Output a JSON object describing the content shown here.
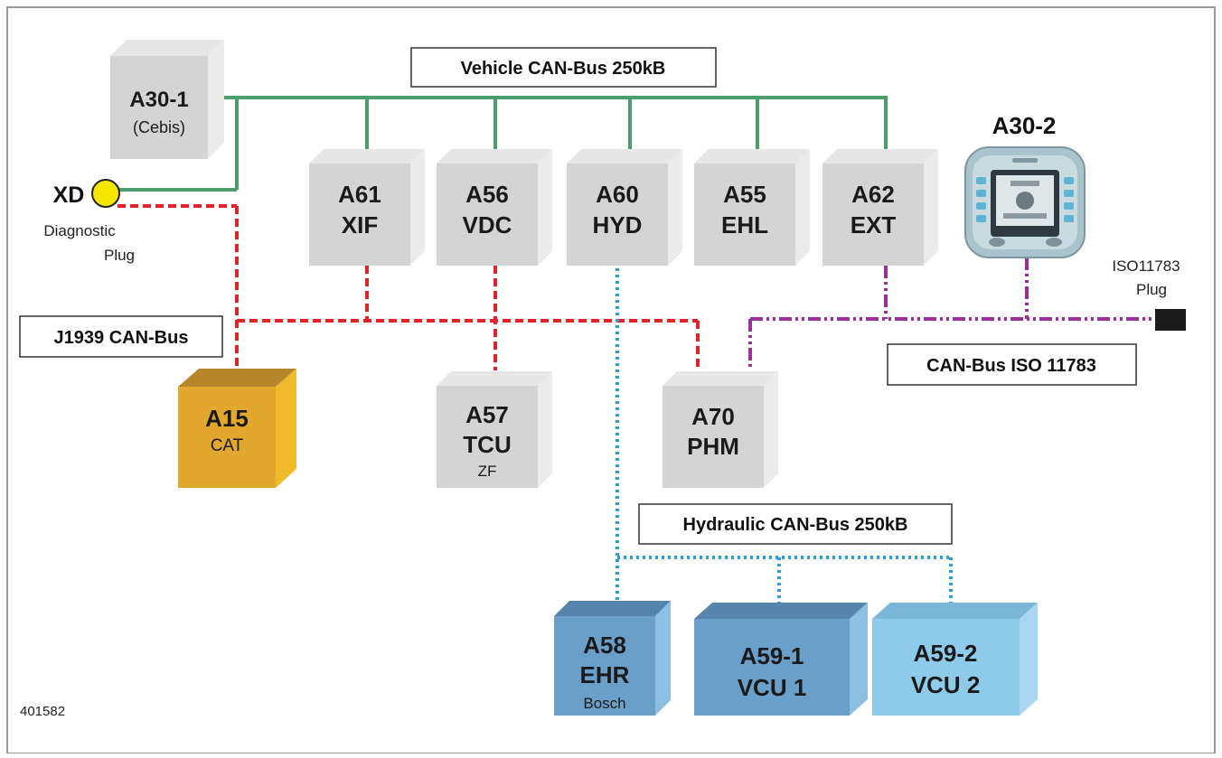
{
  "figure_id": "401582",
  "buses": {
    "vehicle": "Vehicle CAN-Bus 250kB",
    "j1939": "J1939 CAN-Bus",
    "iso": "CAN-Bus ISO 11783",
    "hydraulic": "Hydraulic CAN-Bus 250kB"
  },
  "diag": {
    "code": "XD",
    "label1": "Diagnostic",
    "label2": "Plug"
  },
  "iso_plug": {
    "label1": "ISO11783",
    "label2": "Plug"
  },
  "terminal": {
    "code": "A30-2"
  },
  "units": {
    "a30_1": {
      "code": "A30-1",
      "sub": "(Cebis)"
    },
    "a61": {
      "code": "A61",
      "name": "XIF"
    },
    "a56": {
      "code": "A56",
      "name": "VDC"
    },
    "a60": {
      "code": "A60",
      "name": "HYD"
    },
    "a55": {
      "code": "A55",
      "name": "EHL"
    },
    "a62": {
      "code": "A62",
      "name": "EXT"
    },
    "a15": {
      "code": "A15",
      "sub": "CAT"
    },
    "a57": {
      "code": "A57",
      "name": "TCU",
      "sub": "ZF"
    },
    "a70": {
      "code": "A70",
      "name": "PHM"
    },
    "a58": {
      "code": "A58",
      "name": "EHR",
      "sub": "Bosch"
    },
    "a59_1": {
      "code": "A59-1",
      "name": "VCU 1"
    },
    "a59_2": {
      "code": "A59-2",
      "name": "VCU 2"
    }
  },
  "colors": {
    "vehicle_bus": "#4a9e6b",
    "j1939_bus": "#e3232b",
    "iso_bus": "#9b2f9b",
    "hydraulic_bus": "#2a9fd6",
    "grey_front": "#d4d4d4",
    "grey_top": "#e6e6e6",
    "grey_side": "#ebebeb",
    "cat_front": "#e2a72e",
    "cat_top": "#b8862a",
    "cat_side": "#f0bb2a",
    "blue_front": "#6a9fc9",
    "blue_top": "#5585ad",
    "blue_side": "#8cbfe2",
    "lightblue_front": "#8ecbea",
    "plug_yellow": "#f5e700"
  }
}
